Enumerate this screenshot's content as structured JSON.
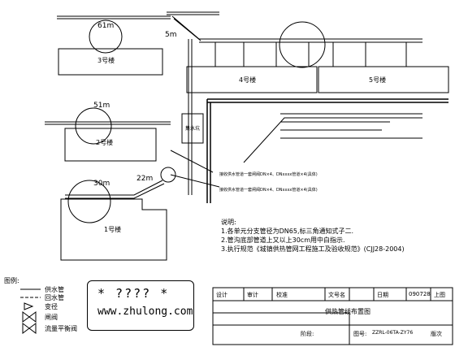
{
  "buildings": {
    "b3": "3号楼",
    "b4": "4号楼",
    "b5": "5号楼",
    "b2": "2号楼",
    "b1": "1号楼"
  },
  "dims": {
    "d61": "61m",
    "d5n": "5m",
    "d51": "51m",
    "d30": "30m",
    "d22": "22m"
  },
  "equipment": {
    "well": "集水坑"
  },
  "callouts": {
    "c1": "接收供水管道一套闸阀DN×4、DNxxxx管道×4(具体)",
    "c2": "接收供水管道一套闸阀DN×4、DNxxxx管道×4(具体)"
  },
  "legend": {
    "title": "图例:",
    "items": [
      {
        "label": "供水管"
      },
      {
        "label": "回水管"
      },
      {
        "label": "变径"
      },
      {
        "label": "闸阀"
      },
      {
        "label": "流量平衡阀"
      }
    ]
  },
  "watermark": {
    "line1": "* ???? *",
    "line2": "www.zhulong.com"
  },
  "notes": {
    "title": "说明:",
    "lines": [
      "1.各单元分支管径为DN65,标三角通知式子二.",
      "2.管沟底部管道上又以上30cm用中白指示.",
      "3.执行规范《城镇供热管网工程施工及验收规范》(CJJ28-2004)"
    ]
  },
  "titleblock": {
    "design": "设计",
    "review": "审计",
    "check": "校准",
    "docno_label": "文号名",
    "date_label": "日期",
    "date_value": "090728",
    "page_label": "上图",
    "title": "供热管线布置图",
    "stage_label": "阶段:",
    "drawing_label": "图号:",
    "drawing_value": "ZZRL-06TA-ZY76",
    "version_label": "版次"
  }
}
